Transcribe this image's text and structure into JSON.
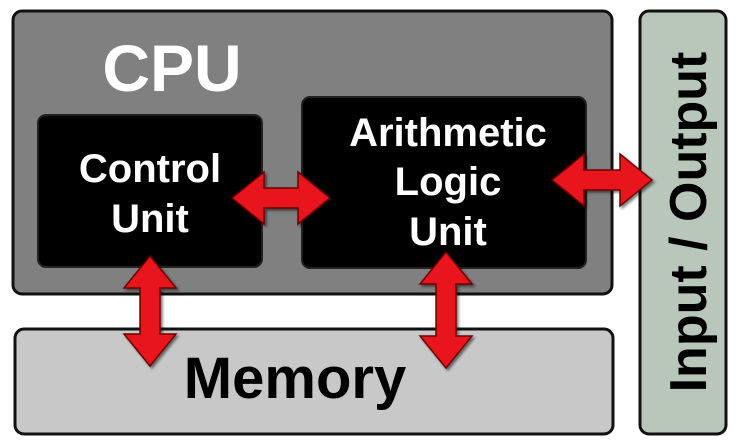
{
  "cpu": {
    "label": "CPU",
    "fill_color": "#808080"
  },
  "control_unit": {
    "line1": "Control",
    "line2": "Unit",
    "fill_color": "#000000",
    "text_color": "#ffffff"
  },
  "alu": {
    "line1": "Arithmetic",
    "line2": "Logic",
    "line3": "Unit",
    "fill_color": "#000000",
    "text_color": "#ffffff"
  },
  "memory": {
    "label": "Memory",
    "fill_color": "#c8c8c8",
    "text_color": "#000000"
  },
  "io": {
    "label": "Input / Output",
    "fill_color": "#b9c6ba",
    "text_color": "#000000"
  },
  "arrows": {
    "color": "#e8161d",
    "connections": [
      "control-unit <-> alu",
      "alu <-> input-output",
      "control-unit <-> memory",
      "alu <-> memory"
    ]
  }
}
